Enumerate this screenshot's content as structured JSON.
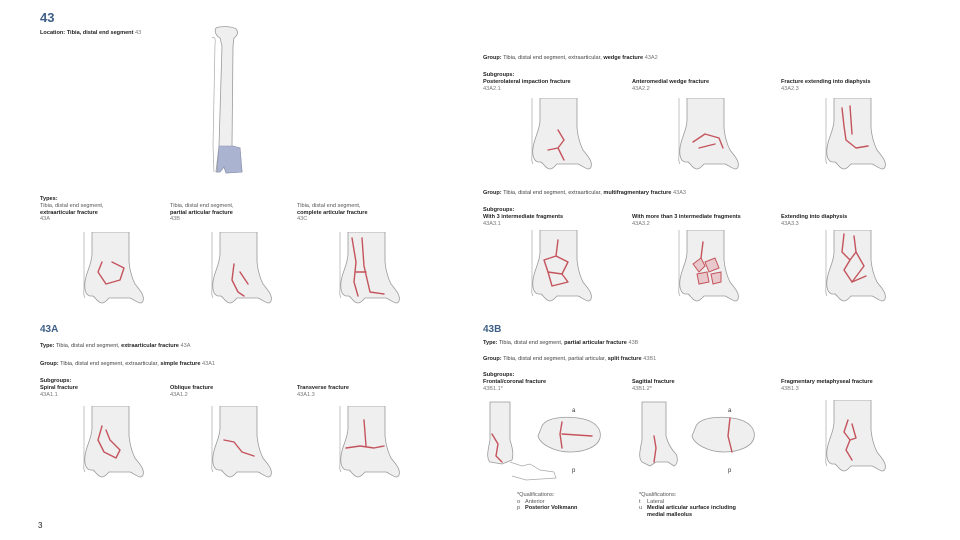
{
  "page": {
    "title": "43",
    "page_number": "3"
  },
  "location": {
    "label": "Location:",
    "value": "Tibia, distal end segment",
    "code": "43"
  },
  "types": {
    "heading": "Types:",
    "items": [
      {
        "line1": "Tibia, distal end segment,",
        "line2": "extraarticular fracture",
        "code": "43A"
      },
      {
        "line1": "Tibia, distal end segment,",
        "line2": "partial articular fracture",
        "code": "43B"
      },
      {
        "line1": "Tibia, distal end segment,",
        "line2": "complete articular fracture",
        "code": "43C"
      }
    ]
  },
  "group_43a2": {
    "label": "Group:",
    "text": "Tibia, distal end segment, extraarticular,",
    "bold": "wedge fracture",
    "code": "43A2",
    "subgroups_heading": "Subgroups:",
    "items": [
      {
        "name": "Posterolateral impaction fracture",
        "code": "43A2.1"
      },
      {
        "name": "Anteromedial wedge fracture",
        "code": "43A2.2"
      },
      {
        "name": "Fracture extending into diaphysis",
        "code": "43A2.3"
      }
    ]
  },
  "group_43a3": {
    "label": "Group:",
    "text": "Tibia, distal end segment, extraarticular,",
    "bold": "multifragmentary fracture",
    "code": "43A3",
    "subgroups_heading": "Subgroups:",
    "items": [
      {
        "name": "With 3 intermediate fragments",
        "code": "43A3.1"
      },
      {
        "name": "With more than 3 intermediate fragments",
        "code": "43A3.2"
      },
      {
        "name": "Extending into diaphysis",
        "code": "43A3.3"
      }
    ]
  },
  "section_43a": {
    "title": "43A",
    "type_label": "Type:",
    "type_text": "Tibia, distal end segment,",
    "type_bold": "extraarticular fracture",
    "type_code": "43A",
    "group_label": "Group:",
    "group_text": "Tibia, distal end segment, extraarticular,",
    "group_bold": "simple fracture",
    "group_code": "43A1",
    "subgroups_heading": "Subgroups:",
    "items": [
      {
        "name": "Spiral fracture",
        "code": "43A1.1"
      },
      {
        "name": "Oblique fracture",
        "code": "43A1.2"
      },
      {
        "name": "Transverse fracture",
        "code": "43A1.3"
      }
    ]
  },
  "section_43b": {
    "title": "43B",
    "type_label": "Type:",
    "type_text": "Tibia, distal end segment,",
    "type_bold": "partial articular fracture",
    "type_code": "43B",
    "group_label": "Group:",
    "group_text": "Tibia, distal end segment, partial articular,",
    "group_bold": "split fracture",
    "group_code": "43B1",
    "subgroups_heading": "Subgroups:",
    "items": [
      {
        "name": "Frontal/coronal fracture",
        "code": "43B1.1*"
      },
      {
        "name": "Sagittal fracture",
        "code": "43B1.2*"
      },
      {
        "name": "Fragmentary metaphyseal fracture",
        "code": "43B1.3"
      }
    ],
    "view_labels": {
      "anterior": "a",
      "posterior": "p"
    },
    "qualifications_left": {
      "heading": "*Qualifications:",
      "items": [
        {
          "key": "o",
          "text": "Anterior",
          "bold": false
        },
        {
          "key": "p",
          "text": "Posterior Volkmann",
          "bold": true
        }
      ]
    },
    "qualifications_right": {
      "heading": "*Qualifications:",
      "items": [
        {
          "key": "t",
          "text": "Lateral",
          "bold": false
        },
        {
          "key": "u",
          "text": "Medial articular surface including",
          "bold": true
        },
        {
          "key": "",
          "text": "medial malleolus",
          "bold": true
        }
      ]
    }
  },
  "colors": {
    "heading_blue": "#3e5f86",
    "fracture_red": "#c4545c",
    "segment_highlight": "#aab3cf"
  }
}
